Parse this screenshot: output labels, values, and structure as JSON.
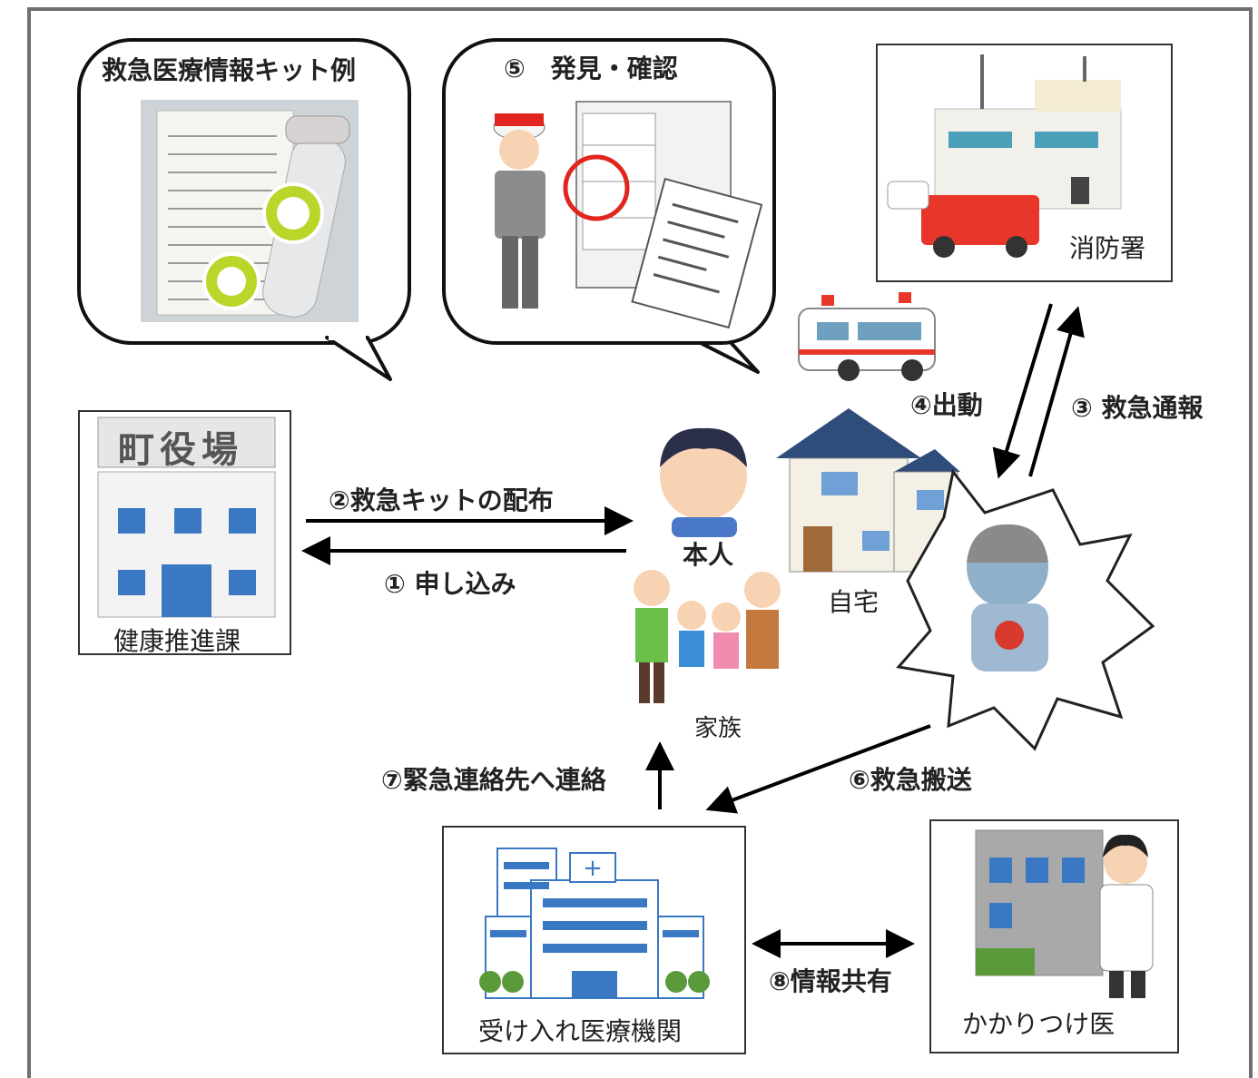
{
  "kit_bubble": {
    "title": "救急医療情報キット例"
  },
  "discovery_bubble": {
    "title": "⑤　発見・確認"
  },
  "fire_station": {
    "label": "消防署"
  },
  "town_hall": {
    "sign": "町役場",
    "label": "健康推進課"
  },
  "person": {
    "label": "本人"
  },
  "home": {
    "label": "自宅"
  },
  "family": {
    "label": "家族"
  },
  "hospital": {
    "label": "受け入れ医療機関"
  },
  "family_doctor": {
    "label": "かかりつけ医"
  },
  "steps": {
    "apply": "① 申し込み",
    "distribute": "②救急キットの配布",
    "emergency_call": "③ 救急通報",
    "dispatch": "④出動",
    "transport": "⑥救急搬送",
    "contact": "⑦緊急連絡先へ連絡",
    "share": "⑧情報共有"
  },
  "colors": {
    "fire_red": "#e8362b",
    "building_blue": "#3a78c4",
    "frame_gray": "#6f6f6f"
  }
}
